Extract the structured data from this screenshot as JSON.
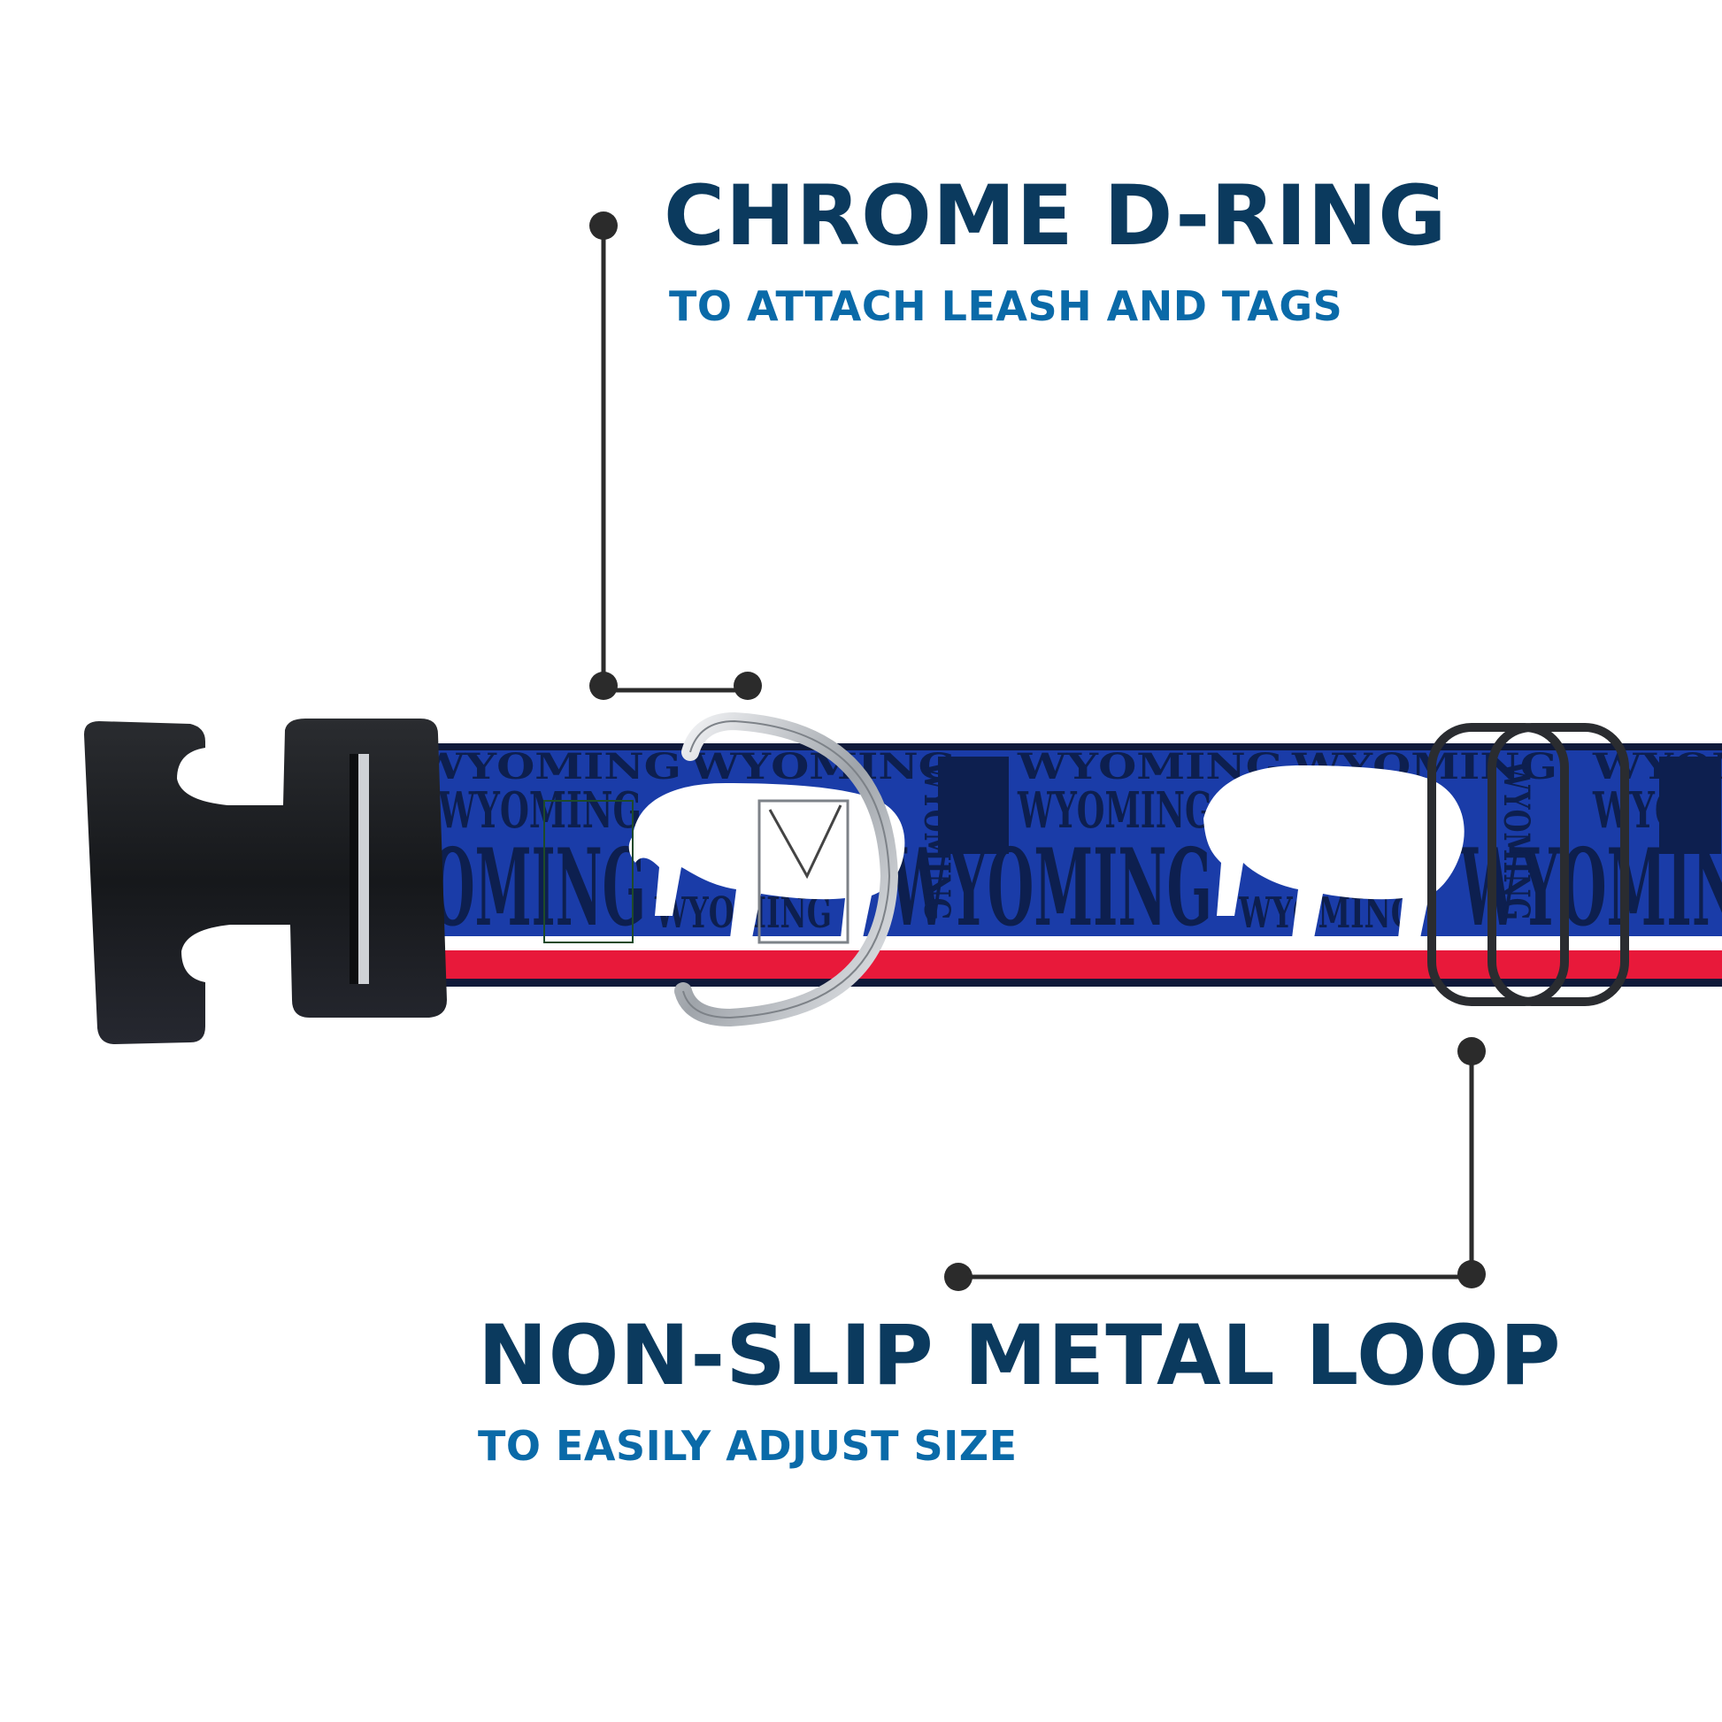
{
  "callouts": {
    "dring": {
      "title": "CHROME D-RING",
      "subtitle": "TO ATTACH LEASH AND TAGS"
    },
    "loop": {
      "title": "NON-SLIP METAL LOOP",
      "subtitle": "TO EASILY ADJUST SIZE"
    }
  },
  "collar": {
    "pattern_word": "WYOMING",
    "colors": {
      "heading": "#0b3a5e",
      "subheading": "#0a6aa8",
      "strap_blue": "#1a3ca8",
      "pattern_text": "#0d1f4f",
      "stripe_red": "#e8193a",
      "stripe_white": "#ffffff",
      "buckle": "#1d1f22",
      "dring": "#c8cbcf",
      "loop": "#2a2c30",
      "leader": "#2b2b2b"
    }
  }
}
